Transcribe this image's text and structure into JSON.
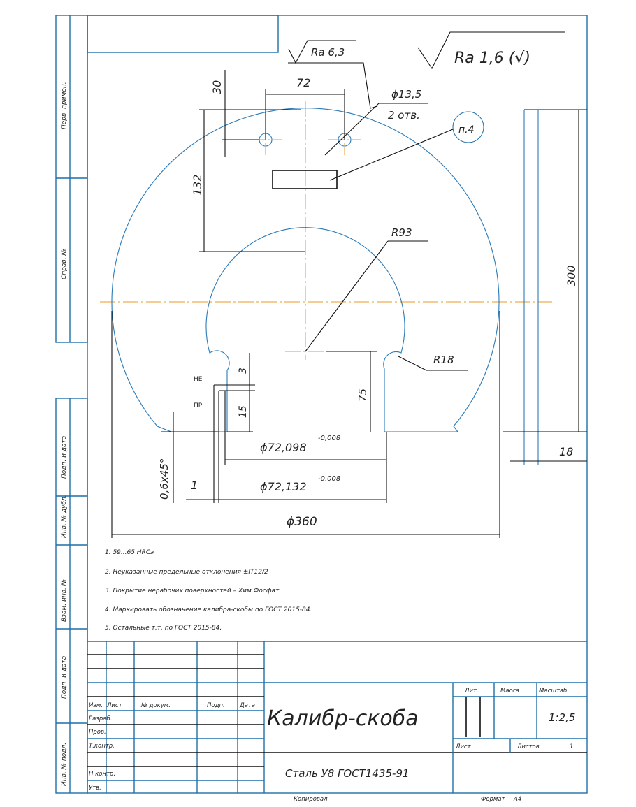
{
  "margin_labels": [
    "Перв. примен.",
    "Справ. №",
    "Подп. и дата",
    "Инв. № дубл.",
    "Взам. инв. №",
    "Подп. и дата",
    "Инв. № подл."
  ],
  "roughness": {
    "general": "Ra 1,6 (√)",
    "holes": "Ra 6,3"
  },
  "dimensions": {
    "hole_spacing": "72",
    "hole_offset": "30",
    "hole_diameter": "ϕ13,5",
    "hole_count": "2 отв.",
    "note_ref": "п.4",
    "height_132": "132",
    "radius_outer_inner": "R93",
    "radius_notch": "R18",
    "depth_75": "75",
    "step_3": "3",
    "step_15": "15",
    "go_label": "ПР",
    "nogo_label": "НЕ",
    "nogo_size": "ϕ72,098",
    "nogo_tol": "-0,008",
    "go_size": "ϕ72,132",
    "go_tol": "-0,008",
    "chamfer": "0,6x45°",
    "gap_1": "1",
    "outer_diameter": "ϕ360",
    "side_height": "300",
    "thickness": "18"
  },
  "notes": [
    "1. 59...65 HRCэ",
    "2. Неуказанные предельные отклонения ±IT12/2",
    "3. Покрытие нерабочих поверхностей – Хим.Фосфат.",
    "4. Маркировать обозначение калибра-скобы по ГОСТ 2015-84.",
    "5. Остальные т.т. по ГОСТ 2015-84."
  ],
  "title_block": {
    "headers": [
      "Изм.",
      "Лист",
      "№ докум.",
      "Подп.",
      "Дата"
    ],
    "roles": [
      "Разраб.",
      "Пров.",
      "Т.контр.",
      "",
      "Н.контр.",
      "Утв."
    ],
    "title": "Калибр-скоба",
    "material": "Сталь У8 ГОСТ1435-91",
    "lit_label": "Лит.",
    "mass_label": "Масса",
    "scale_label": "Масштаб",
    "scale_value": "1:2,5",
    "sheet_label": "Лист",
    "sheets_label": "Листов",
    "sheets_value": "1",
    "copied": "Копировал",
    "format_label": "Формат",
    "format_value": "A4"
  }
}
